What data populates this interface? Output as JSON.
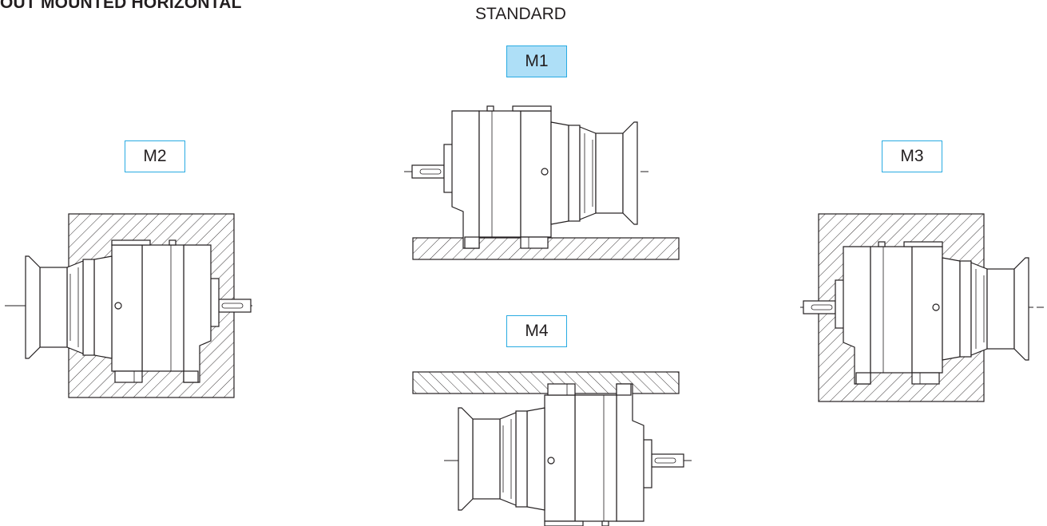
{
  "header": {
    "title": "OUT MOUNTED HORIZONTAL",
    "standard_label": "STANDARD"
  },
  "positions": [
    {
      "code": "M1",
      "selected": true
    },
    {
      "code": "M2",
      "selected": false
    },
    {
      "code": "M3",
      "selected": false
    },
    {
      "code": "M4",
      "selected": false
    }
  ],
  "colors": {
    "tag_border": "#29abe2",
    "tag_selected_fill": "#aedff7",
    "line": "#231f20"
  }
}
